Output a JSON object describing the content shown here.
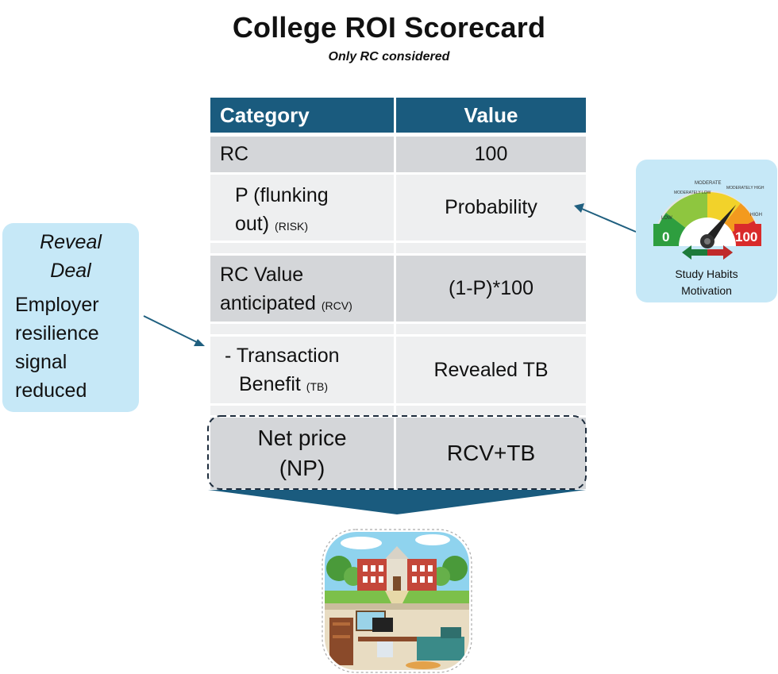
{
  "title": "College ROI Scorecard",
  "subtitle": "Only RC considered",
  "table": {
    "header": {
      "category": "Category",
      "value": "Value"
    },
    "rc": {
      "category": "RC",
      "value": "100"
    },
    "p": {
      "category_line1": "P (flunking",
      "category_line2": "out)",
      "category_tag": "(RISK)",
      "value": "Probability"
    },
    "rcv": {
      "category_line1": "RC Value",
      "category_line2": "anticipated",
      "category_tag": "(RCV)",
      "value": "(1-P)*100"
    },
    "tb": {
      "category_line1": "- Transaction",
      "category_line2": "Benefit",
      "category_tag": "(TB)",
      "value": "Revealed TB"
    },
    "np": {
      "category_line1": "Net price",
      "category_line2": "(NP)",
      "value": "RCV+TB"
    }
  },
  "left_callout": {
    "heading_line1": "Reveal",
    "heading_line2": "Deal",
    "body_lines": [
      "Employer",
      "resilience",
      "signal",
      "reduced"
    ]
  },
  "gauge_callout": {
    "scale_labels": [
      "LOW",
      "MODERATELY LOW",
      "MODERATE",
      "MODERATELY HIGH",
      "HIGH"
    ],
    "min_label": "0",
    "max_label": "100",
    "caption_line1": "Study Habits",
    "caption_line2": "Motivation"
  },
  "colors": {
    "header_blue": "#1a5b7e",
    "row_dark": "#d4d6d9",
    "row_light": "#eeeff0",
    "callout_blue": "#c6e8f7",
    "arrow_blue": "#1f5f7f",
    "gauge_green": "#2e9e3f",
    "gauge_yellow": "#f2d22a",
    "gauge_orange": "#f39a1e",
    "gauge_red": "#d92b2b"
  },
  "icons": [
    "college-campus-icon",
    "gauge-icon",
    "double-arrow-icon"
  ]
}
